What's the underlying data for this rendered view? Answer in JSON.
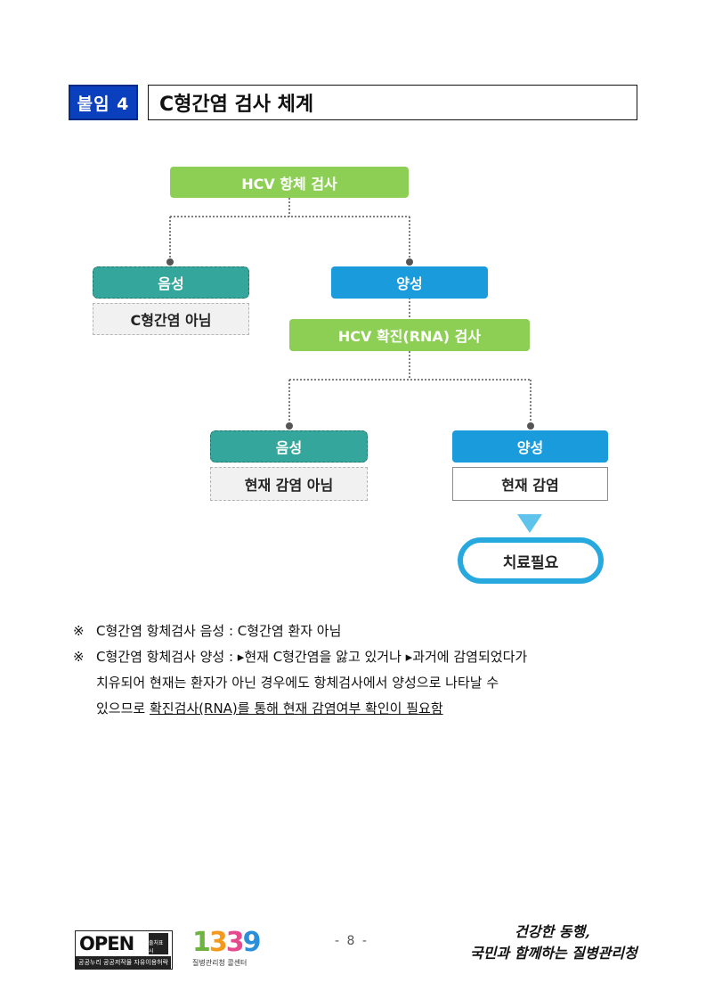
{
  "header": {
    "tag": "붙임 4",
    "title": "C형간염 검사 체계"
  },
  "flow": {
    "antibody_test": "HCV 항체 검사",
    "negative_1": "음성",
    "negative_1_result": "C형간염 아님",
    "positive_1": "양성",
    "rna_test": "HCV 확진(RNA) 검사",
    "negative_2": "음성",
    "negative_2_result": "현재 감염 아님",
    "positive_2": "양성",
    "positive_2_result": "현재 감염",
    "treatment": "치료필요",
    "colors": {
      "green": "#8dcf55",
      "teal": "#35a69c",
      "blue": "#1a9bdc",
      "ring": "#27a9df",
      "arrow": "#5fc3ec"
    }
  },
  "notes": {
    "mark": "※",
    "line1": "C형간염 항체검사 음성 : C형간염 환자 아님",
    "line2": "C형간염 항체검사 양성 : ▸현재 C형간염을 앓고 있거나 ▸과거에 감염되었다가",
    "line3": "치유되어 현재는 환자가 아닌 경우에도 항체검사에서 양성으로 나타날 수",
    "line4_plain": "있으므로 ",
    "line4_underlined": "확진검사(RNA)를 통해 현재 감염여부 확인이 필요함"
  },
  "footer": {
    "page_number": "- 8 -",
    "open_word": "OPEN",
    "open_badge": "출처표시",
    "open_caption": "공공누리 공공저작물 자유이용허락",
    "hotline_number": [
      "1",
      "3",
      "3",
      "9"
    ],
    "hotline_caption": "질병관리청 콜센터",
    "slogan_line1": "건강한 동행,",
    "slogan_line2": "국민과 함께하는 질병관리청"
  }
}
